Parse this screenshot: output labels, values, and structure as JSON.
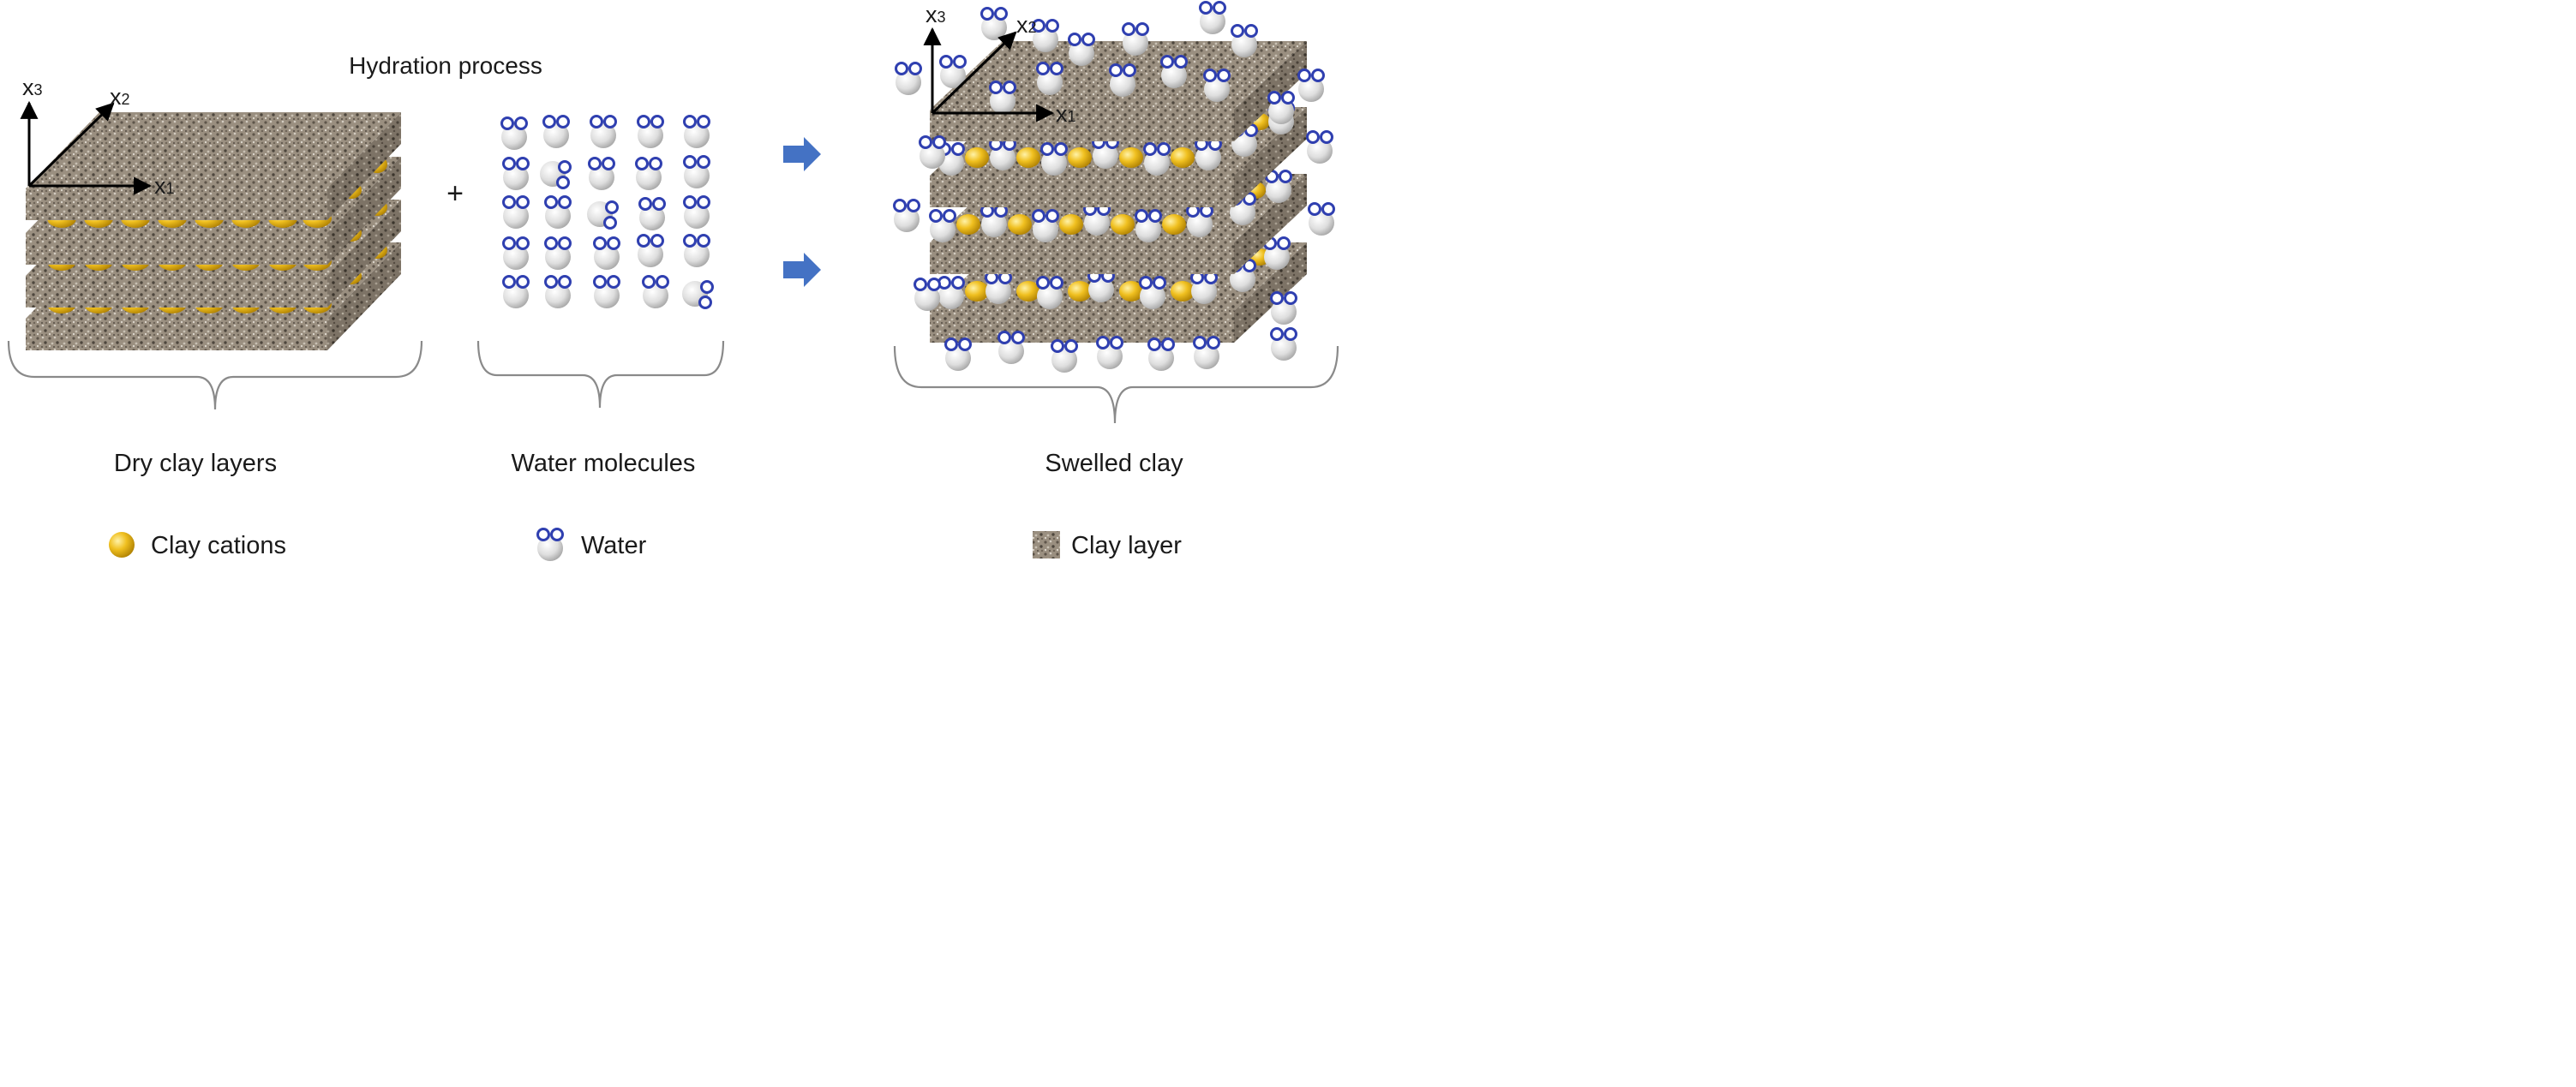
{
  "diagram": {
    "title": "Hydration process",
    "plus_sign": "+",
    "groups": {
      "dry": {
        "caption": "Dry clay layers"
      },
      "water": {
        "caption": "Water molecules"
      },
      "swelled": {
        "caption": "Swelled clay"
      }
    },
    "axes": {
      "x1": "x",
      "x1_sub": "1",
      "x2": "x",
      "x2_sub": "2",
      "x3": "x",
      "x3_sub": "3"
    },
    "arrows": {
      "color": "#4472c4",
      "count": 2
    },
    "colors": {
      "clay_layer": "#9c9080",
      "clay_cation": "#e8b418",
      "water_oxygen": "#d9d9d9",
      "water_hydrogen": "#2f3fb0"
    }
  },
  "legend": {
    "items": [
      {
        "icon": "clay-cation-icon",
        "label": "Clay cations"
      },
      {
        "icon": "water-molecule-icon",
        "label": "Water"
      },
      {
        "icon": "clay-layer-icon",
        "label": "Clay layer"
      }
    ]
  }
}
